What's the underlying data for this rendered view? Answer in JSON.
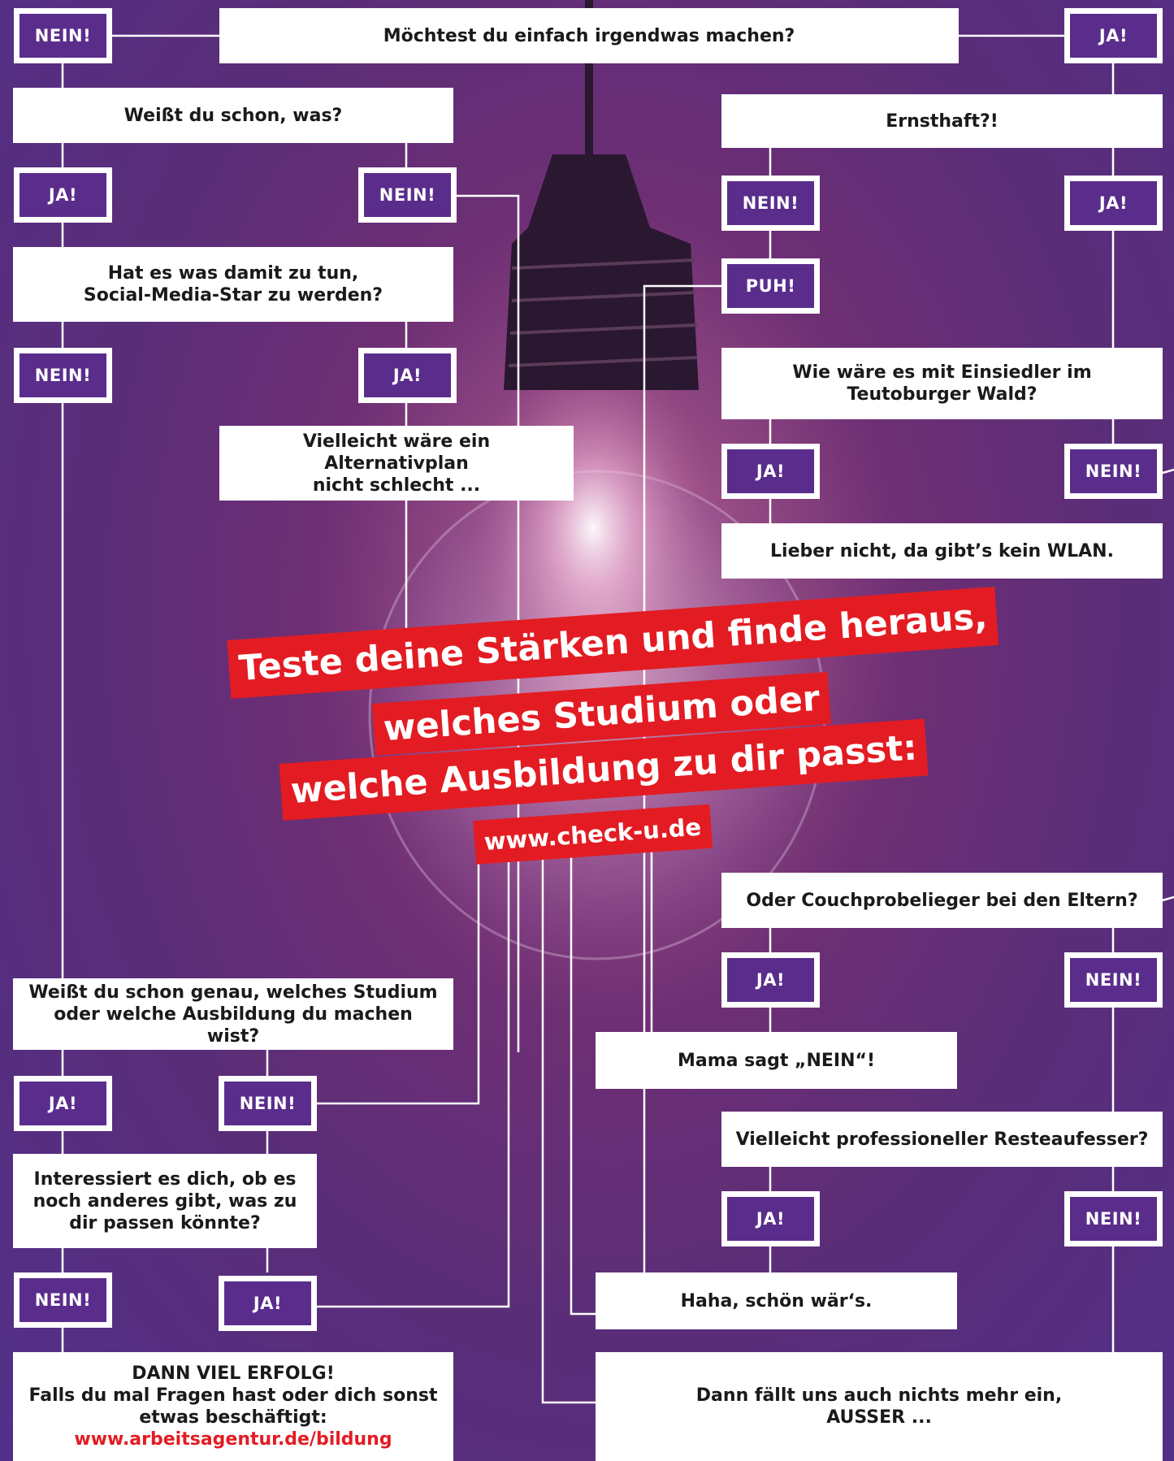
{
  "colors": {
    "tag": "#5a2d8c",
    "accent": "#e31c23",
    "box": "#ffffff",
    "line": "#ffffff"
  },
  "questions": {
    "q_start": "Möchtest du einfach irgendwas machen?",
    "q_weisst": "Weißt du schon, was?",
    "q_ernsthaft": "Ernsthaft?!",
    "q_social_1": "Hat es was damit zu tun,",
    "q_social_2": "Social-Media-Star zu werden?",
    "q_einsiedler_1": "Wie wäre es mit Einsiedler im",
    "q_einsiedler_2": "Teutoburger Wald?",
    "a_alternativ_1": "Vielleicht wäre ein Alternativplan",
    "a_alternativ_2": "nicht schlecht ...",
    "a_wlan": "Lieber nicht, da gibt’s kein WLAN.",
    "q_couch": "Oder Couchprobelieger bei den Eltern?",
    "q_genau_1": "Weißt du schon genau, welches Studium",
    "q_genau_2": "oder welche Ausbildung du machen wist?",
    "a_mama": "Mama sagt „NEIN“!",
    "q_reste": "Vielleicht professioneller Resteaufesser?",
    "q_anderes_1": "Interessiert es dich, ob es",
    "q_anderes_2": "noch anderes gibt, was zu",
    "q_anderes_3": "dir passen könnte?",
    "a_haha": "Haha, schön wär‘s.",
    "a_erfolg_1": "DANN VIEL ERFOLG!",
    "a_erfolg_2": "Falls du mal Fragen hast oder dich sonst",
    "a_erfolg_3": "etwas beschäftigt:",
    "a_erfolg_link": "www.arbeitsagentur.de/bildung",
    "a_ausser_1": "Dann fällt uns auch nichts mehr ein,",
    "a_ausser_2": "AUSSER ..."
  },
  "tags": {
    "t_nein_top": "NEIN!",
    "t_ja_top": "JA!",
    "t_ja_1": "JA!",
    "t_nein_1": "NEIN!",
    "t_nein_2": "NEIN!",
    "t_ja_2": "JA!",
    "t_puh": "PUH!",
    "t_nein_3": "NEIN!",
    "t_ja_3": "JA!",
    "t_ja_4": "JA!",
    "t_nein_4": "NEIN!",
    "t_ja_5": "JA!",
    "t_nein_5": "NEIN!",
    "t_ja_6": "JA!",
    "t_nein_6": "NEIN!",
    "t_ja_7": "JA!",
    "t_nein_7": "NEIN!",
    "t_nein_8": "NEIN!",
    "t_ja_8": "JA!"
  },
  "banner": {
    "line1": "Teste deine Stärken und finde heraus,",
    "line2": "welches Studium oder",
    "line3": "welche Ausbildung zu dir passt:",
    "url": "www.check-u.de"
  }
}
